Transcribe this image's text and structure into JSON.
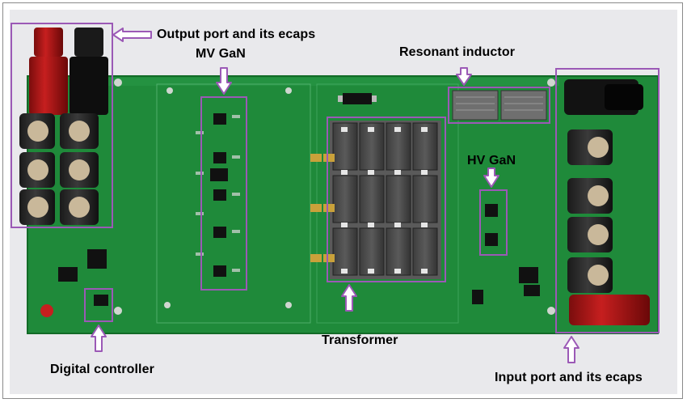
{
  "labels": {
    "output_port": "Output port and its ecaps",
    "mv_gan": "MV GaN",
    "resonant_inductor": "Resonant inductor",
    "hv_gan": "HV GaN",
    "transformer": "Transformer",
    "digital_controller": "Digital controller",
    "input_port": "Input port and its ecaps"
  },
  "colors": {
    "highlight": "#9b59b6",
    "pcb": "#1f8a3a",
    "background": "#e9e9ec"
  },
  "icons": {
    "callout": "outline-arrow-icon"
  }
}
